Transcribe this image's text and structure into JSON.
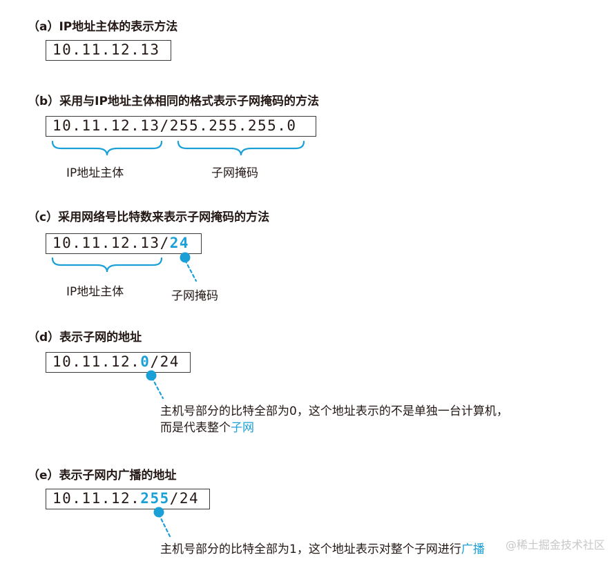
{
  "sections": {
    "a": {
      "heading": "（a）IP地址主体的表示方法",
      "box": "10.11.12.13"
    },
    "b": {
      "heading": "（b）采用与IP地址主体相同的格式表示子网掩码的方法",
      "box": "10.11.12.13/255.255.255.0",
      "label_host": "IP地址主体",
      "label_mask": "子网掩码"
    },
    "c": {
      "heading": "（c）采用网络号比特数来表示子网掩码的方法",
      "box_prefix": "10.11.12.13/",
      "box_highlight": "24",
      "label_host": "IP地址主体",
      "label_mask": "子网掩码"
    },
    "d": {
      "heading": "（d）表示子网的地址",
      "box_prefix": "10.11.12.",
      "box_highlight": "0",
      "box_suffix": "/24",
      "note_line1": "主机号部分的比特全部为0，这个地址表示的不是单独一台计算机，",
      "note_line2_prefix": "而是代表整个",
      "note_line2_highlight": "子网"
    },
    "e": {
      "heading": "（e）表示子网内广播的地址",
      "box_prefix": "10.11.12.",
      "box_highlight": "255",
      "box_suffix": "/24",
      "note_prefix": "主机号部分的比特全部为1，这个地址表示对整个子网进行",
      "note_highlight": "广播"
    }
  },
  "watermark": "@稀土掘金技术社区",
  "colors": {
    "accent": "#1aa0d6",
    "text": "#231815",
    "border": "#3a3a3a"
  }
}
